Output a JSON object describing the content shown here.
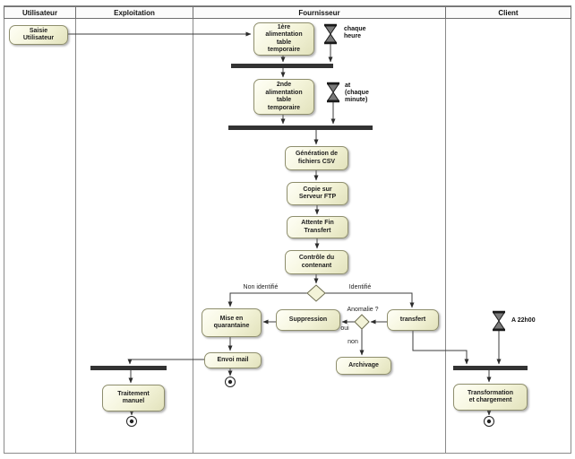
{
  "lanes": [
    {
      "label": "Utilisateur"
    },
    {
      "label": "Exploitation"
    },
    {
      "label": "Fournisseur"
    },
    {
      "label": "Client"
    }
  ],
  "nodes": {
    "saisie": {
      "label": "Saisie\nUtilisateur"
    },
    "alim1": {
      "label": "1ère\nalimentation\ntable\ntemporaire"
    },
    "alim2": {
      "label": "2nde\nalimentation\ntable\ntemporaire"
    },
    "generation": {
      "label": "Génération de\nfichiers CSV"
    },
    "copie": {
      "label": "Copie sur\nServeur FTP"
    },
    "attente": {
      "label": "Attente Fin\nTransfert"
    },
    "controle": {
      "label": "Contrôle du\ncontenant"
    },
    "quarantaine": {
      "label": "Mise en\nquarantaine"
    },
    "suppression": {
      "label": "Suppression"
    },
    "transfert": {
      "label": "transfert"
    },
    "envoi_mail": {
      "label": "Envoi mail"
    },
    "archivage": {
      "label": "Archivage"
    },
    "traitement": {
      "label": "Traitement\nmanuel"
    },
    "transformation": {
      "label": "Transformation\net chargement"
    }
  },
  "labels": {
    "timer_hourly": "chaque\nheure",
    "timer_minute": "at\n(chaque\nminute)",
    "timer_22h": "A 22h00",
    "branch_non_identifie": "Non identifié",
    "branch_identifie": "Identifié",
    "anomalie": "Anomalie ?",
    "oui": "oui",
    "non": "non"
  },
  "colors": {
    "activity_fill": "#f3f3d8",
    "activity_border": "#8f8f6e",
    "sync_bar": "#333333",
    "lane_border": "#8a8a8a",
    "connector": "#3c3c3c"
  }
}
